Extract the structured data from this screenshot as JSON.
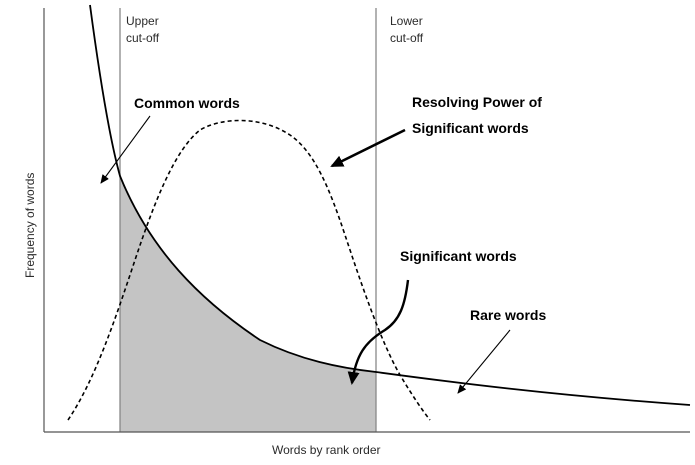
{
  "axes": {
    "ylabel": "Frequency of words",
    "xlabel": "Words by rank order"
  },
  "cutoffs": {
    "upper_line1": "Upper",
    "upper_line2": "cut-off",
    "lower_line1": "Lower",
    "lower_line2": "cut-off"
  },
  "annotations": {
    "common": "Common words",
    "resolving_line1": "Resolving Power of",
    "resolving_line2": "Significant words",
    "significant": "Significant words",
    "rare": "Rare  words"
  },
  "colors": {
    "axis": "#555555",
    "curve": "#000000",
    "shade": "#c4c4c4",
    "cutoff_line": "#888888"
  }
}
